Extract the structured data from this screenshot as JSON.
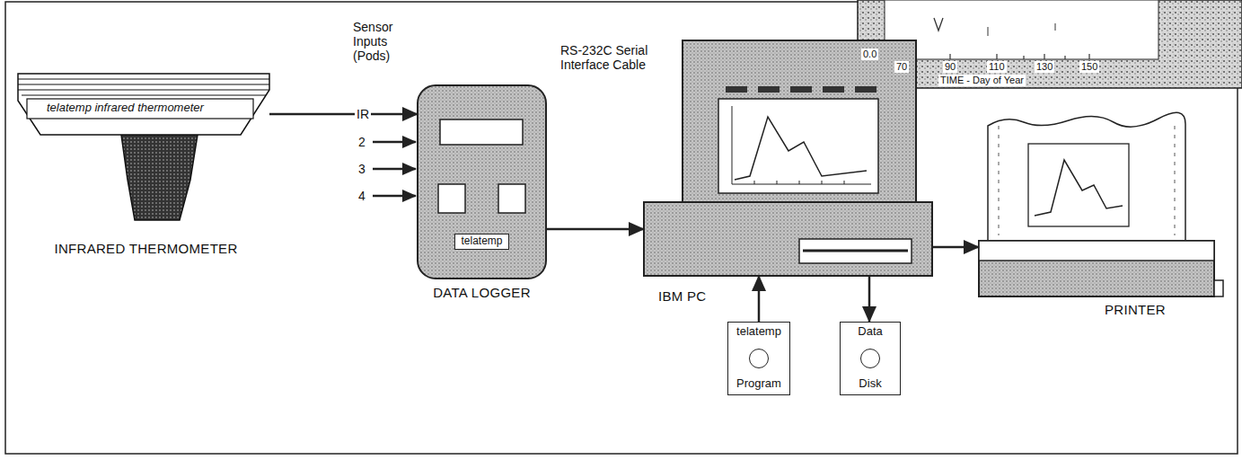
{
  "diagram": {
    "nodes": [
      {
        "text": [
          "telatemp infrared thermometer",
          "INFRARED THERMOMETER"
        ]
      },
      {
        "text": [
          "telatemp",
          "DATA LOGGER"
        ]
      },
      {
        "text": [
          "IBM PC"
        ]
      },
      {
        "text": [
          "PRINTER"
        ]
      },
      {
        "text": [
          "telatemp",
          "Program"
        ]
      },
      {
        "text": [
          "Data",
          "Disk"
        ]
      }
    ],
    "edges": [
      {
        "from": 0,
        "to": 1,
        "arrow": "to",
        "label": "IR"
      },
      {
        "from": 1,
        "to": 2,
        "arrow": "to",
        "label": "RS-232C Serial Interface Cable"
      },
      {
        "from": 2,
        "to": 3,
        "arrow": "to"
      },
      {
        "from": 4,
        "to": 2,
        "arrow": "to"
      },
      {
        "from": 2,
        "to": 5,
        "arrow": "to"
      }
    ],
    "labels": [
      "Sensor Inputs (Pods)",
      "2",
      "3",
      "4",
      "0.0",
      "70",
      "90",
      "110",
      "130",
      "150",
      "TIME - Day of Year"
    ]
  }
}
